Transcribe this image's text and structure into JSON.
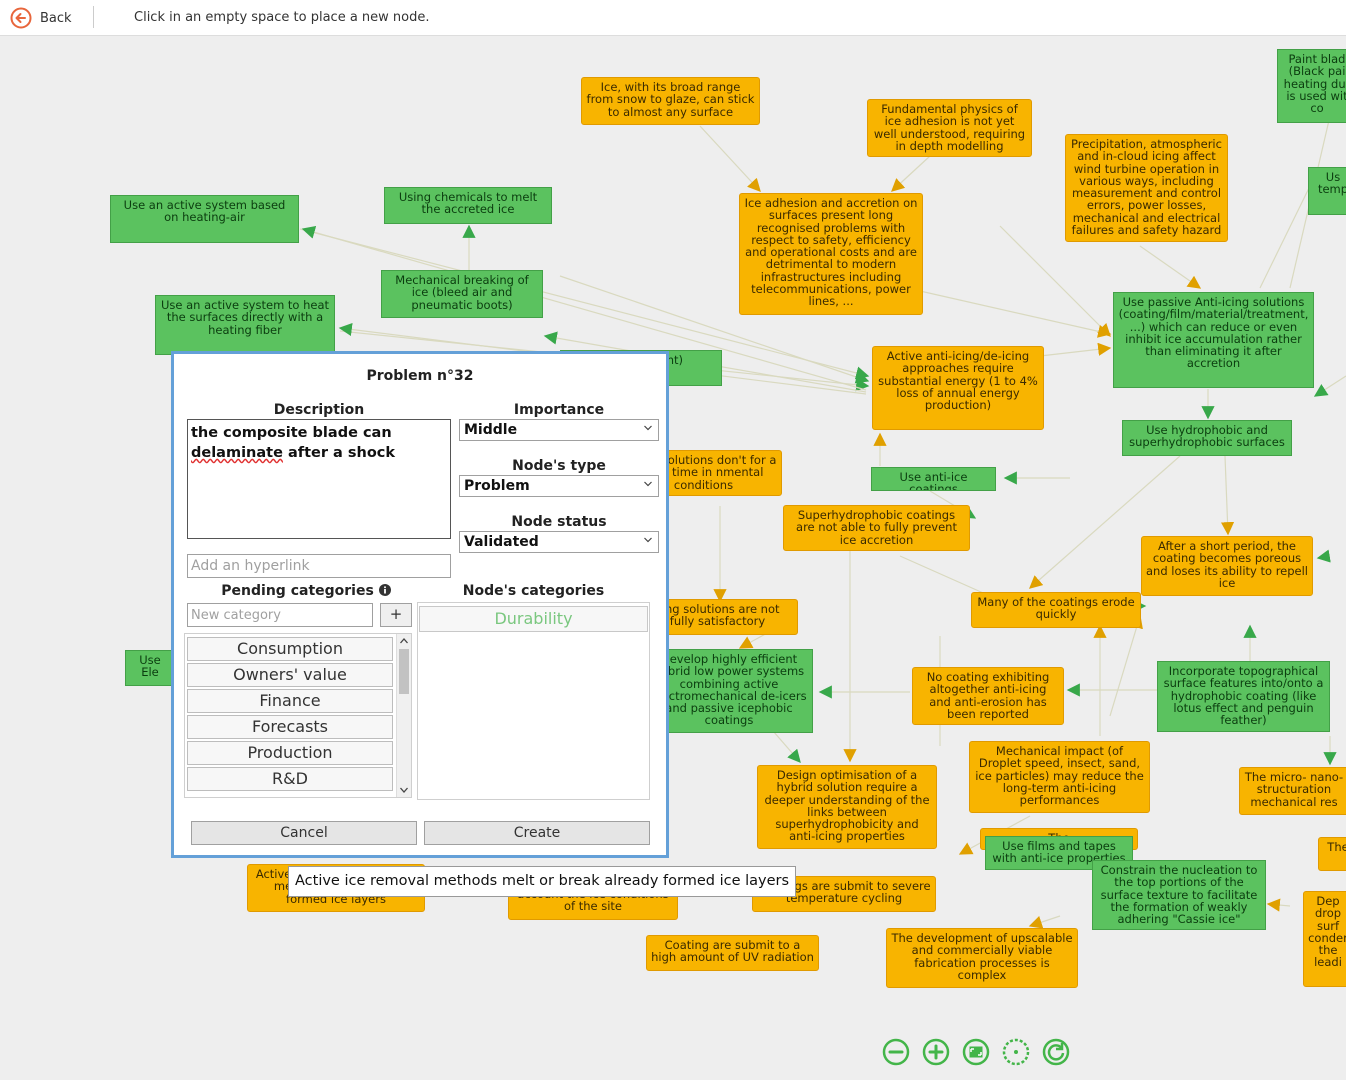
{
  "topbar": {
    "back_label": "Back",
    "hint": "Click in an empty space to place a new node."
  },
  "colors": {
    "green_node": "#5bc25f",
    "orange_node": "#f8b400",
    "dialog_border": "#64a0d8",
    "control_icon": "#43b549",
    "back_icon": "#e8663c"
  },
  "zoom_controls": [
    "zoom-out-icon",
    "zoom-in-icon",
    "fit-screen-icon",
    "center-icon",
    "reset-icon"
  ],
  "nodes": [
    {
      "id": "n1",
      "color": "orange",
      "text": "Ice, with its broad range from snow to glaze, can stick to almost any surface"
    },
    {
      "id": "n2",
      "color": "orange",
      "text": "Fundamental physics of ice adhesion is not yet well understood, requiring in depth modelling"
    },
    {
      "id": "n3",
      "color": "orange",
      "text": "Precipitation, atmospheric and in-cloud icing affect wind turbine operation in various ways, including measurement and control errors, power losses, mechanical and electrical failures and safety hazard"
    },
    {
      "id": "n4",
      "color": "green",
      "text": "Paint blad (Black pai heating dur is used wit co"
    },
    {
      "id": "n5",
      "color": "green",
      "text": "Us temp"
    },
    {
      "id": "n6",
      "color": "green",
      "text": "Use an active system based on heating-air"
    },
    {
      "id": "n7",
      "color": "green",
      "text": "Using chemicals to melt the accreted ice"
    },
    {
      "id": "n8",
      "color": "orange",
      "text": "Ice adhesion and accretion on surfaces present long recognised problems with respect to safety, efficiency and operational costs and are detrimental to modern infrastructures including telecommunications, power lines, ..."
    },
    {
      "id": "n9",
      "color": "green",
      "text": "Mechanical breaking of ice (bleed air and pneumatic boots)"
    },
    {
      "id": "n10",
      "color": "green",
      "text": "Use an active system to heat the surfaces directly with a heating fiber"
    },
    {
      "id": "n11",
      "color": "green",
      "text": "Use passive Anti-icing solutions (coating/film/material/treatment, ...) which can reduce or even inhibit ice accumulation rather than eliminating it after accretion"
    },
    {
      "id": "n12",
      "color": "green",
      "text": "Use a high int)"
    },
    {
      "id": "n13",
      "color": "orange",
      "text": "Active anti-icing/de-icing approaches require substantial energy (1 to 4% loss of annual energy production)"
    },
    {
      "id": "n14",
      "color": "green",
      "text": "Use hydrophobic and superhydrophobic surfaces"
    },
    {
      "id": "n15",
      "color": "orange",
      "text": "Icing solutions don't for a long time in nmental conditions"
    },
    {
      "id": "n16",
      "color": "green",
      "text": "Use anti-ice coatings"
    },
    {
      "id": "n17",
      "color": "orange",
      "text": "Superhydrophobic coatings are not able to fully prevent ice accretion"
    },
    {
      "id": "n18",
      "color": "orange",
      "text": "After a short period, the coating becomes poreous and loses its ability to repell ice"
    },
    {
      "id": "n19",
      "color": "orange",
      "text": "Many of the coatings erode quickly"
    },
    {
      "id": "n20",
      "color": "orange",
      "text": "cing solutions are not fully satisfactory"
    },
    {
      "id": "n21",
      "color": "green",
      "text": "Develop highly efficient hybrid low power systems combining active electromechanical de-icers and passive icephobic coatings"
    },
    {
      "id": "n22",
      "color": "orange",
      "text": "No coating exhibiting altogether anti-icing and anti-erosion has been reported"
    },
    {
      "id": "n23",
      "color": "green",
      "text": "Incorporate topographical surface features into/onto a hydrophobic coating (like lotus effect and penguin feather)"
    },
    {
      "id": "n24",
      "color": "green",
      "text": "Use Ele"
    },
    {
      "id": "n25",
      "color": "orange",
      "text": "Mechanical impact (of Droplet speed, insect, sand, ice particles) may reduce the long-term anti-icing performances"
    },
    {
      "id": "n26",
      "color": "orange",
      "text": "Design optimisation of a hybrid solution require a deeper understanding of the links between superhydrophobicity and anti-icing properties"
    },
    {
      "id": "n27",
      "color": "orange",
      "text": "The micro- nano-structuration mechanical res"
    },
    {
      "id": "n28",
      "color": "orange",
      "text": "The"
    },
    {
      "id": "n29",
      "color": "orange",
      "text": "The"
    },
    {
      "id": "n30",
      "color": "green",
      "text": "Use films and tapes with anti-ice properties"
    },
    {
      "id": "n31",
      "color": "green",
      "text": "Constrain the nucleation to the top portions of the surface texture to facilitate the formation of weakly adhering \"Cassie ice\""
    },
    {
      "id": "n32",
      "color": "orange",
      "text": "Active ice removal methods melt or break already formed ice layers"
    },
    {
      "id": "n33",
      "color": "orange",
      "text": "account the ice conditions of the site"
    },
    {
      "id": "n34",
      "color": "orange",
      "text": "Coatings are submit to severe temperature cycling"
    },
    {
      "id": "n35",
      "color": "orange",
      "text": "Coating are submit to a high amount of UV radiation"
    },
    {
      "id": "n36",
      "color": "orange",
      "text": "The development of upscalable and commercially viable fabrication processes is complex"
    },
    {
      "id": "n37",
      "color": "orange",
      "text": "Dep drop surf conder the leadi"
    }
  ],
  "dialog": {
    "title": "Problem n°32",
    "description_label": "Description",
    "description_line1": "the composite blade can",
    "description_line2_underlined": "delaminate",
    "description_line2_rest": " after a shock",
    "importance_label": "Importance",
    "importance_value": "Middle",
    "node_type_label": "Node's type",
    "node_type_value": "Problem",
    "node_status_label": "Node status",
    "node_status_value": "Validated",
    "hyperlink_placeholder": "Add an hyperlink",
    "pending_label": "Pending categories",
    "new_category_placeholder": "New category",
    "plus_label": "+",
    "pending_categories": [
      "Consumption",
      "Owners' value",
      "Finance",
      "Forecasts",
      "Production",
      "R&D"
    ],
    "node_categories_label": "Node's categories",
    "node_categories": [
      "Durability"
    ],
    "cancel_label": "Cancel",
    "create_label": "Create"
  },
  "tooltip": "Active ice removal methods melt or break already formed ice layers"
}
